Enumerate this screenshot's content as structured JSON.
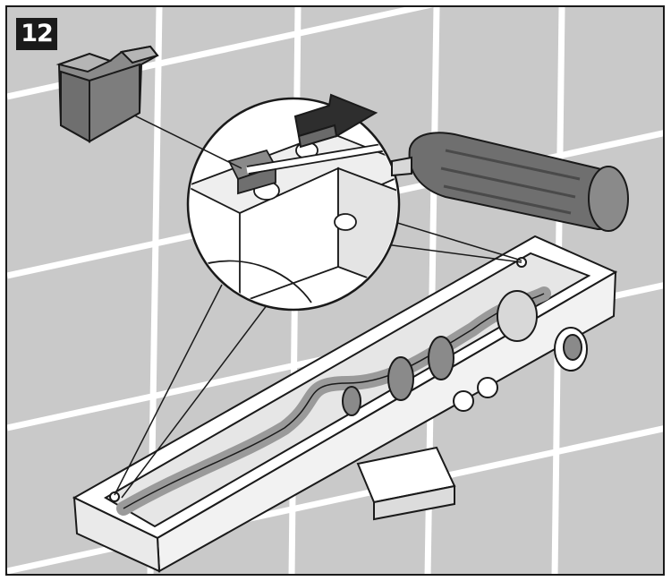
{
  "step": {
    "number": "12"
  },
  "figure": {
    "parts": [
      "wall-tile-grid",
      "clip-part",
      "zoom-callout",
      "push-arrow",
      "screwdriver",
      "thermostat-body",
      "mounting-bracket"
    ]
  },
  "colors": {
    "wall": "#c9c9c9",
    "grout": "#ffffff",
    "outline": "#1a1a1a",
    "part_gray": "#8a8a8a",
    "handle_gray": "#6f6f6f",
    "body_white": "#ffffff"
  }
}
